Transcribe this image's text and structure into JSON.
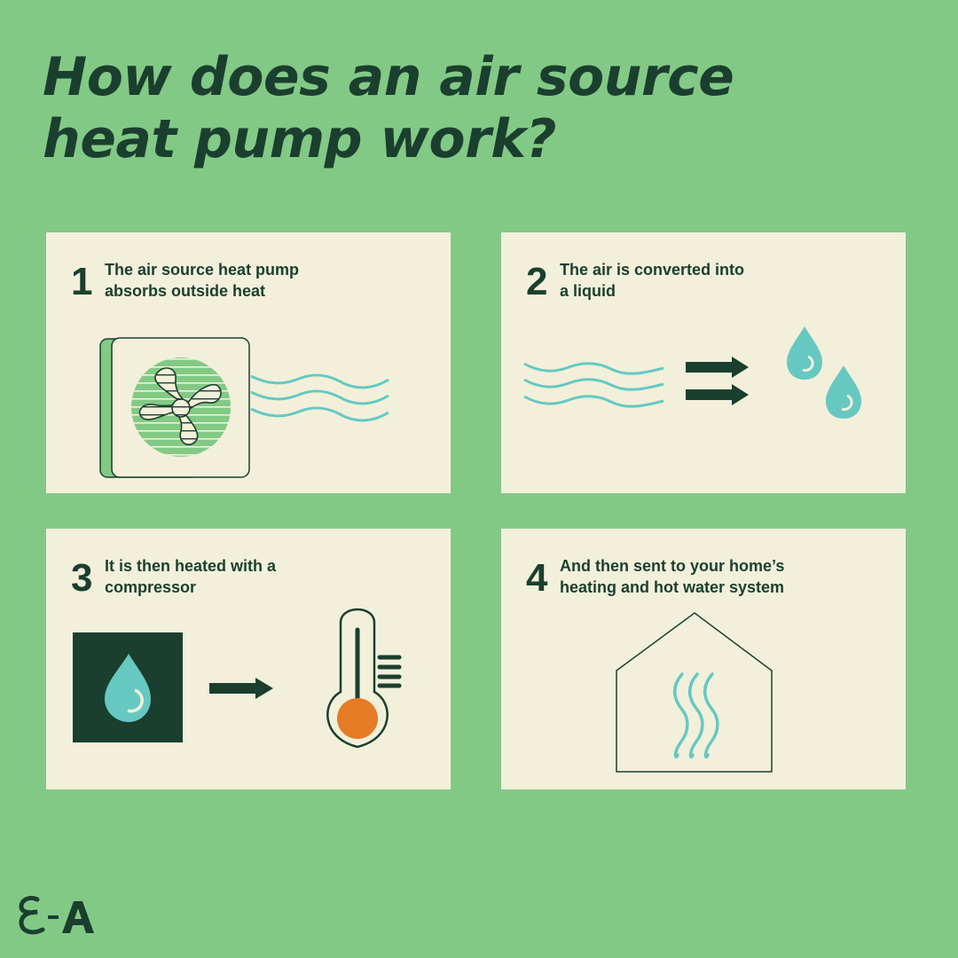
{
  "title": {
    "line1": "How does an air source",
    "line2": "heat pump work?"
  },
  "steps": [
    {
      "number": "1",
      "line1": "The air source heat pump",
      "line2": "absorbs outside heat",
      "illustration": "heat-pump-unit-with-air-waves"
    },
    {
      "number": "2",
      "line1": "The air is converted into",
      "line2": "a liquid",
      "illustration": "air-waves-to-water-drops"
    },
    {
      "number": "3",
      "line1": "It is then heated with a",
      "line2": "compressor",
      "illustration": "water-drop-to-thermometer"
    },
    {
      "number": "4",
      "line1": "And then sent to your home’s",
      "line2": "heating and hot water system",
      "illustration": "house-with-heat-waves"
    }
  ],
  "logo": {
    "text": "E-A"
  },
  "colors": {
    "background": "#83c986",
    "card": "#f2f0db",
    "dark_green": "#1b3f2e",
    "teal": "#67c8c2",
    "orange": "#e57b25"
  }
}
